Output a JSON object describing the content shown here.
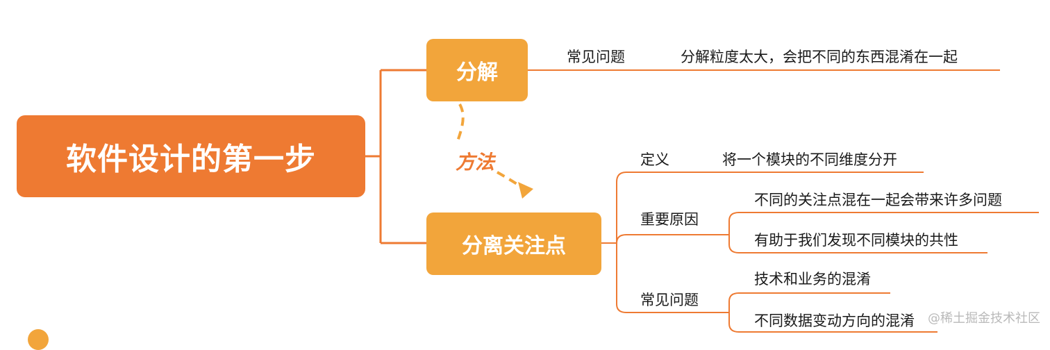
{
  "root": {
    "label": "软件设计的第一步"
  },
  "method_label": "方法",
  "branches": [
    {
      "label": "分解",
      "children": [
        {
          "label": "常见问题",
          "detail": "分解粒度太大，会把不同的东西混淆在一起"
        }
      ]
    },
    {
      "label": "分离关注点",
      "children": [
        {
          "label": "定义",
          "items": [
            "将一个模块的不同维度分开"
          ]
        },
        {
          "label": "重要原因",
          "items": [
            "不同的关注点混在一起会带来许多问题",
            "有助于我们发现不同模块的共性"
          ]
        },
        {
          "label": "常见问题",
          "items": [
            "技术和业务的混淆",
            "不同数据变动方向的混淆"
          ]
        }
      ]
    }
  ],
  "watermark": "@稀土掘金技术社区",
  "colors": {
    "root": "#ee7a32",
    "branch": "#f2a53b",
    "line": "#ee7a32",
    "text": "#1a1a1a"
  }
}
